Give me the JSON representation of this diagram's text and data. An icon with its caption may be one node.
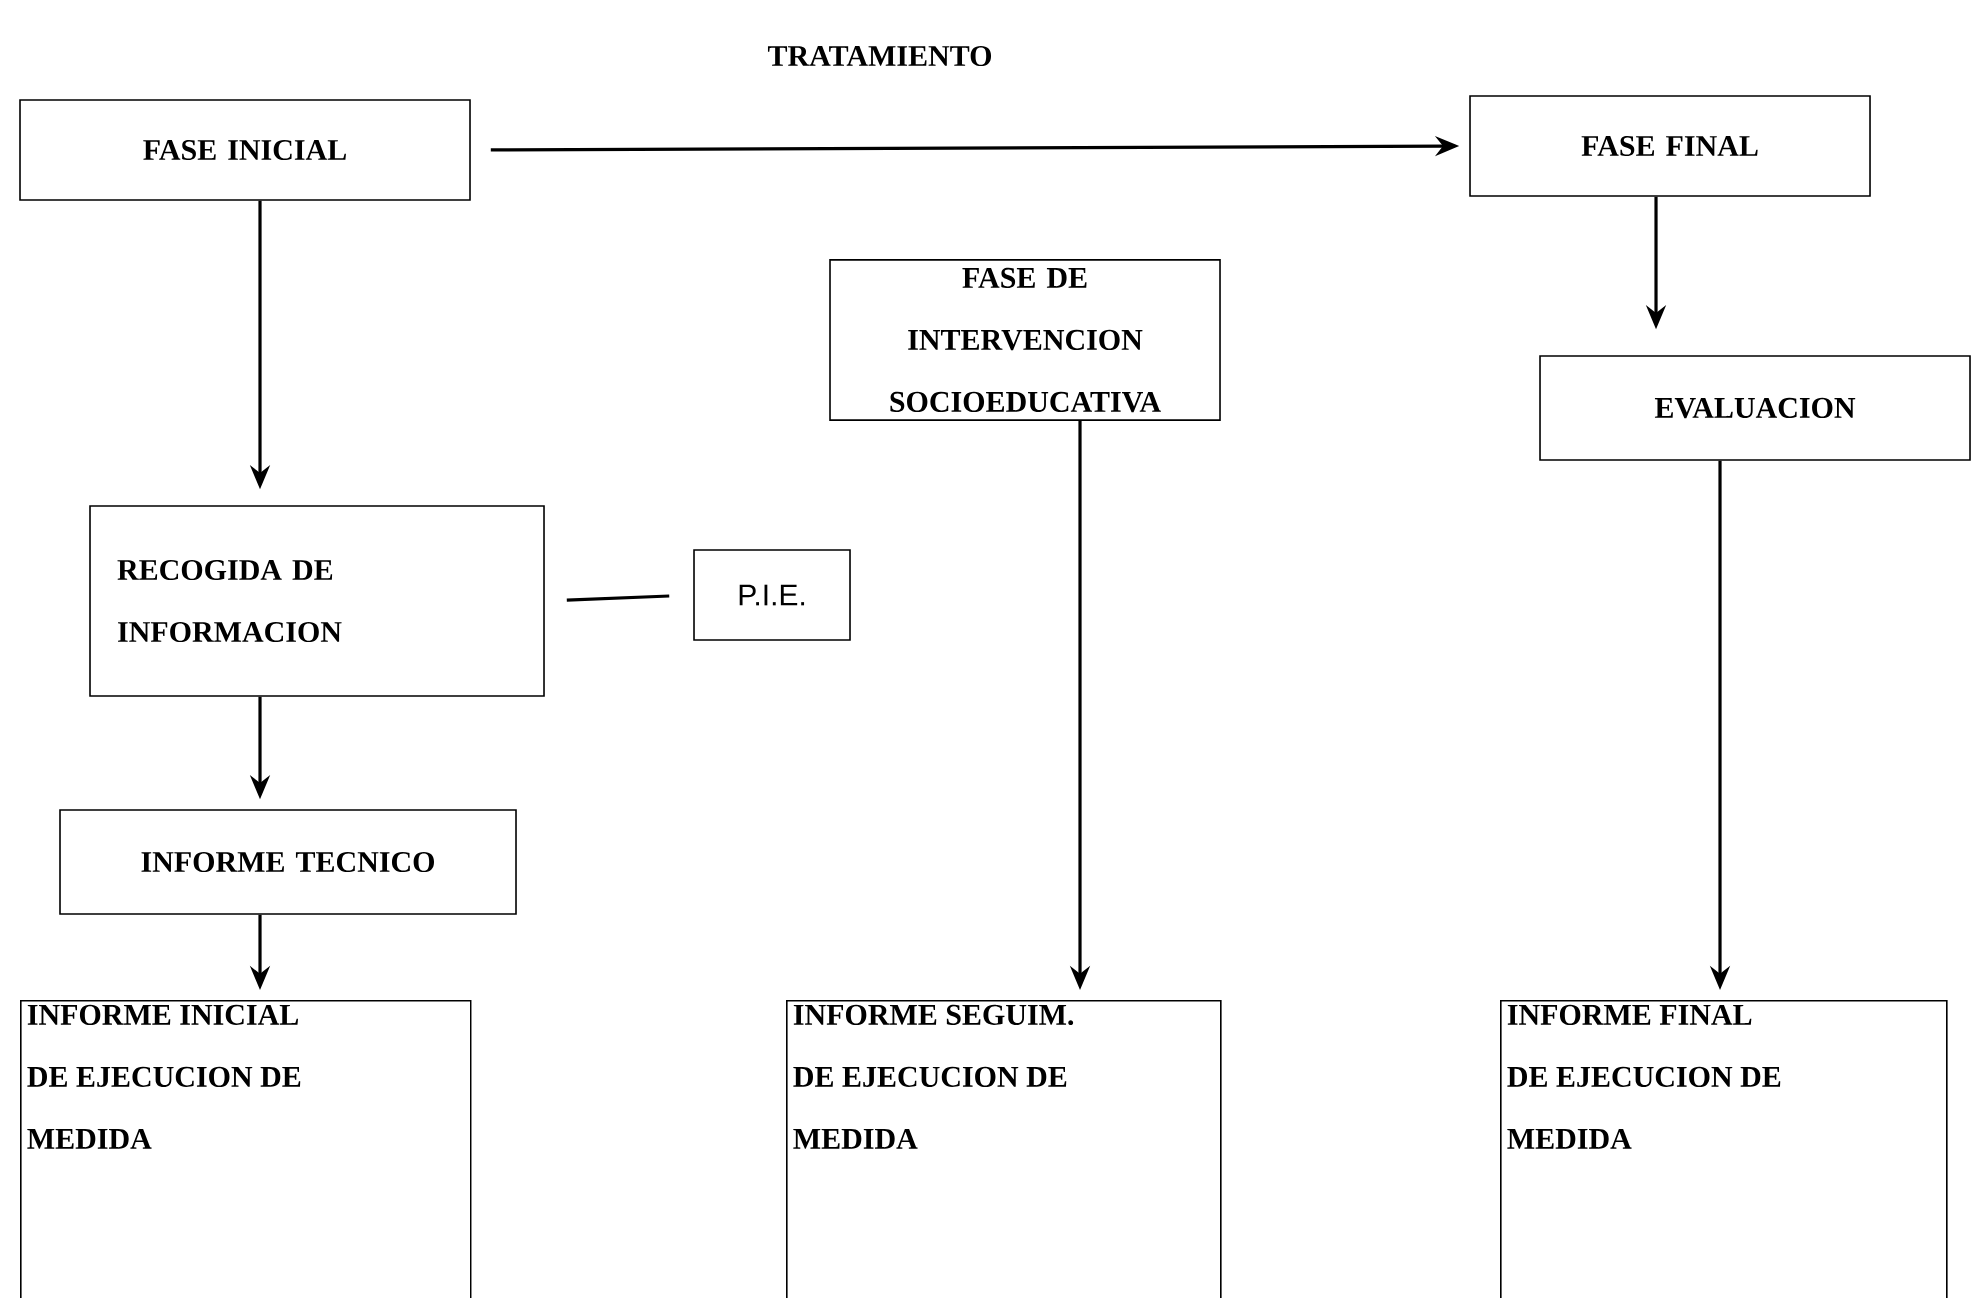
{
  "diagram": {
    "title": "TRATAMIENTO",
    "nodes": [
      {
        "text": [
          "FASE INICIAL"
        ]
      },
      {
        "text": [
          "FASE FINAL"
        ]
      },
      {
        "text": [
          "FASE DE INTERVENCION SOCIOEDUCATIVA"
        ]
      },
      {
        "text": [
          "EVALUACION"
        ]
      },
      {
        "text": [
          "RECOGIDA DE INFORMACION"
        ]
      },
      {
        "text": [
          "P.I.E."
        ]
      },
      {
        "text": [
          "INFORME TECNICO"
        ]
      },
      {
        "text": [
          "INFORME INICIAL DE EJECUCION DE MEDIDA"
        ]
      },
      {
        "text": [
          "INFORME SEGUIM. DE EJECUCION DE MEDIDA"
        ]
      },
      {
        "text": [
          "INFORME FINAL DE EJECUCION DE MEDIDA"
        ]
      }
    ],
    "edges": [
      {
        "from": 0,
        "to": 1,
        "arrow": "to"
      },
      {
        "from": 0,
        "to": 4,
        "arrow": "to"
      },
      {
        "from": 4,
        "to": 5,
        "arrow": "none"
      },
      {
        "from": 4,
        "to": 6,
        "arrow": "to"
      },
      {
        "from": 6,
        "to": 7,
        "arrow": "to"
      },
      {
        "from": 2,
        "to": 8,
        "arrow": "to"
      },
      {
        "from": 1,
        "to": 3,
        "arrow": "to"
      },
      {
        "from": 3,
        "to": 9,
        "arrow": "to"
      }
    ]
  }
}
